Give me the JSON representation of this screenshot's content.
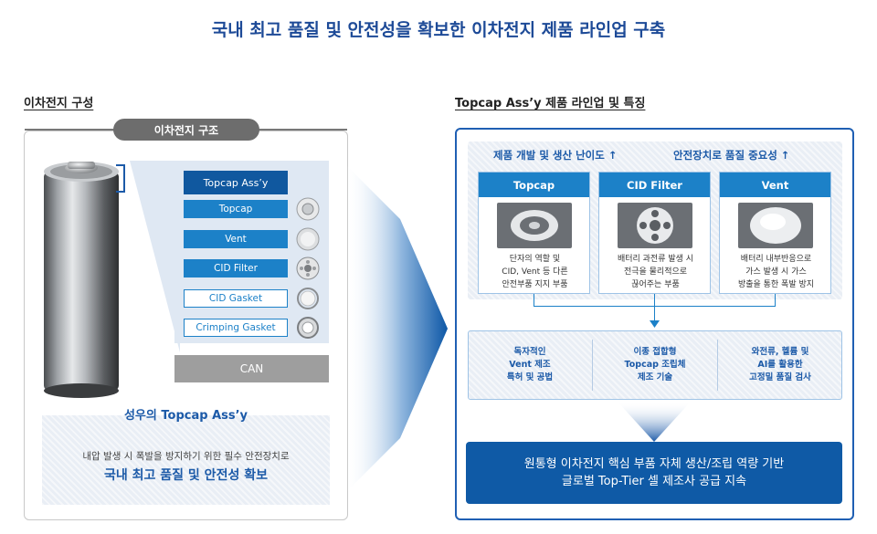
{
  "title": "국내 최고 품질 및 안전성을 확보한 이차전지 제품 라인업 구축",
  "left": {
    "section_title": "이차전지 구성",
    "pill": "이차전지 구조",
    "parts": [
      "Topcap Ass’y",
      "Topcap",
      "Vent",
      "CID Filter",
      "CID Gasket",
      "Crimping Gasket"
    ],
    "can": "CAN",
    "sung_title": "성우의 Topcap Ass’y",
    "sung_sub": "내압 발생 시 폭발을 방지하기 위한 필수 안전장치로",
    "sung_main": "국내 최고 품질 및 안전성 확보"
  },
  "right": {
    "section_title": "Topcap Ass’y 제품 라인업 및 특징",
    "header_left": "제품 개발 및 생산 난이도 ↑",
    "header_right": "안전장치로 품질 중요성 ↑",
    "cards": [
      {
        "title": "Topcap",
        "lines": [
          "단자의 역할 및",
          "CID, Vent 등 다른",
          "안전부품 지지 부품"
        ]
      },
      {
        "title": "CID Filter",
        "lines": [
          "배터리 과전류 발생 시",
          "전극을 물리적으로",
          "끊어주는 부품"
        ]
      },
      {
        "title": "Vent",
        "lines": [
          "배터리 내부반응으로",
          "가스 발생 시 가스",
          "방출을 통한 폭발 방지"
        ]
      }
    ],
    "features": [
      {
        "lines": [
          "독자적인",
          "Vent 제조",
          "특허 및 공법"
        ]
      },
      {
        "lines": [
          "이종 접합형",
          "Topcap 조립체",
          "제조 기술"
        ]
      },
      {
        "lines": [
          "와전류, 헬륨 및",
          "AI를 활용한",
          "고정밀 품질 검사"
        ]
      }
    ],
    "final_lines": [
      "원통형 이차전지 핵심 부품 자체 생산/조립 역량 기반",
      "글로벌 Top-Tier 셀 제조사 공급 지속"
    ]
  },
  "colors": {
    "primary": "#1c81c8",
    "dark": "#10589f",
    "title": "#1d4a97"
  }
}
